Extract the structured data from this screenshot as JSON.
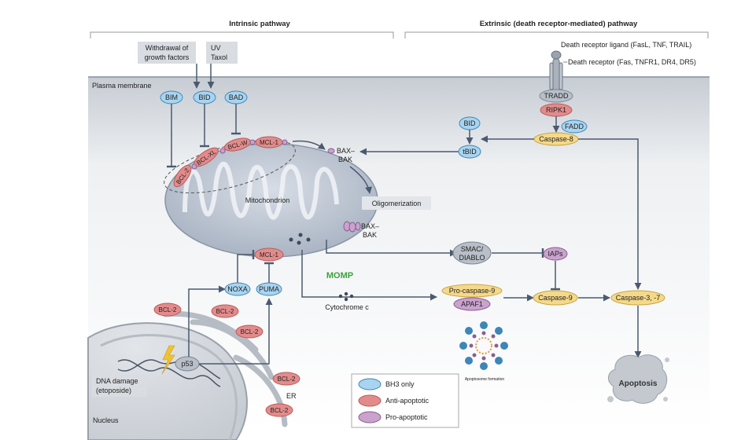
{
  "headers": {
    "intrinsic": "Intrinsic pathway",
    "extrinsic": "Extrinsic (death receptor-mediated) pathway"
  },
  "stimuli": {
    "growth_factors": [
      "Withdrawal of",
      "growth factors"
    ],
    "uv_taxol": [
      "UV",
      "Taxol"
    ],
    "dna_damage": [
      "DNA damage",
      "(etoposide)"
    ]
  },
  "compartments": {
    "plasma_membrane": "Plasma membrane",
    "mitochondrion": "Mitochondrion",
    "nucleus": "Nucleus",
    "er": "ER"
  },
  "death_receptor": {
    "ligand": "Death receptor ligand (FasL, TNF, TRAIL)",
    "receptor": "Death receptor (Fas, TNFR1, DR4, DR5)"
  },
  "proteins": {
    "bim": "BIM",
    "bid": "BID",
    "bad": "BAD",
    "bid2": "BID",
    "tbid": "tBID",
    "bcl2": "BCL-2",
    "bclxl": "BCL-XL",
    "bclw": "BCL-W",
    "mcl1": "MCL-1",
    "mcl1_b": "MCL-1",
    "noxa": "NOXA",
    "puma": "PUMA",
    "p53": "p53",
    "tradd": "TRADD",
    "ripk1": "RIPK1",
    "fadd": "FADD",
    "caspase8": "Caspase-8",
    "caspase9": "Caspase-9",
    "caspase37": "Caspase-3, -7",
    "procaspase9": "Pro-caspase-9",
    "apaf1": "APAF1",
    "smac": [
      "SMAC/",
      "DIABLO"
    ],
    "iaps": "IAPs",
    "bcl2_er": [
      "BCL-2",
      "BCL-2",
      "BCL-2",
      "BCL-2"
    ]
  },
  "labels": {
    "bax_bak_top": [
      "BAX–",
      "BAK"
    ],
    "bax_bak_bottom": [
      "BAX–",
      "BAK"
    ],
    "oligomerization": "Oligomerization",
    "momp": "MOMP",
    "cytochrome_c": "Cytochrome c",
    "apoptosome": "Apoptosome formation",
    "apoptosis": "Apoptosis"
  },
  "legend": {
    "items": [
      {
        "label": "BH3 only",
        "color": "#a9d4ef"
      },
      {
        "label": "Anti-apoptotic",
        "color": "#e38b8b"
      },
      {
        "label": "Pro-apoptotic",
        "color": "#c9a2cd"
      }
    ]
  },
  "colors": {
    "bh3_only": "#a9d4ef",
    "anti_apoptotic": "#e38b8b",
    "pro_apoptotic": "#c9a2cd",
    "caspase": "#f5d98a",
    "momp_text": "#3aa23a"
  }
}
